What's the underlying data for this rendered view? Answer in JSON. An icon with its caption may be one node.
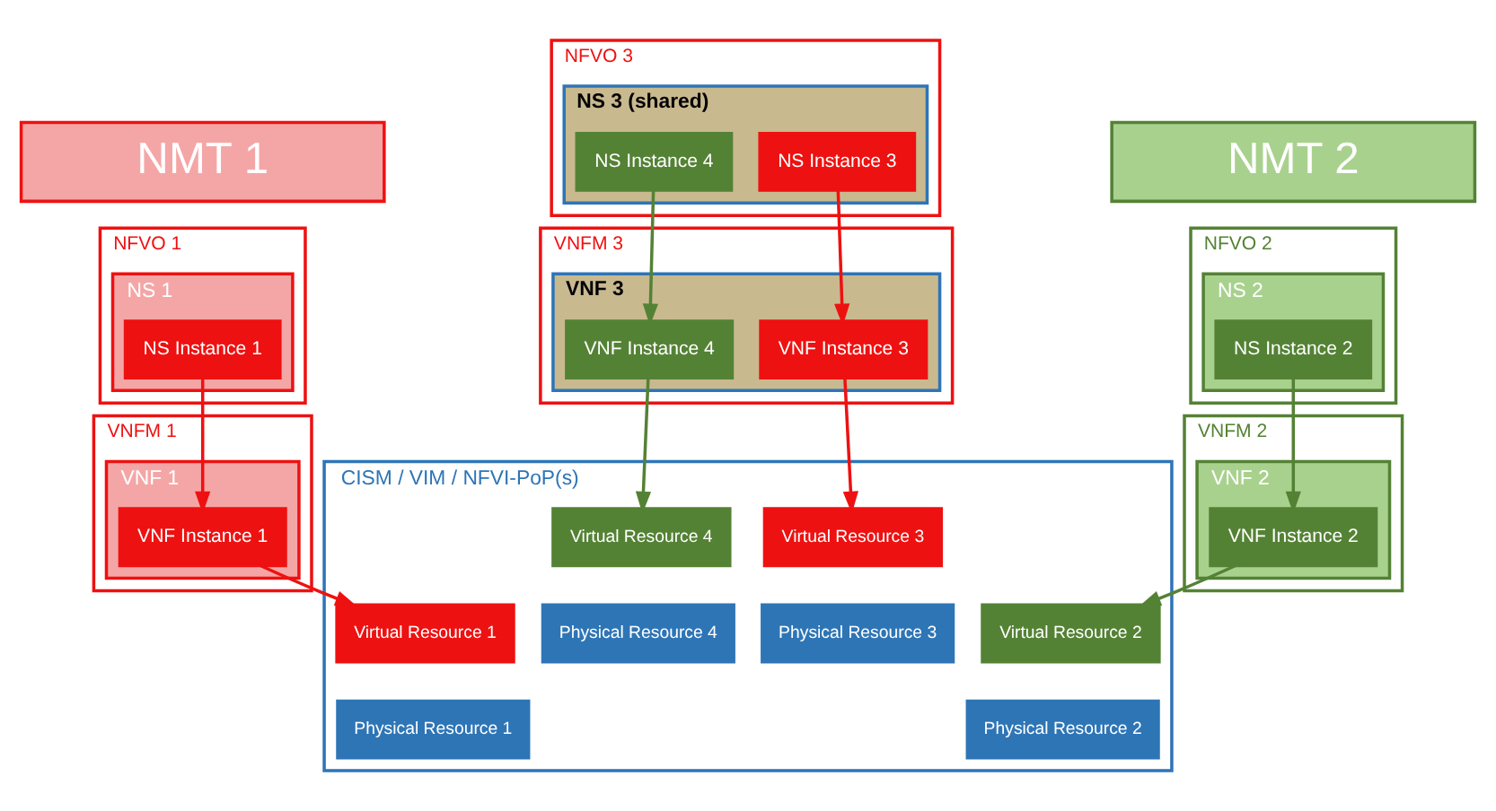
{
  "diagram": {
    "nodes": [
      {
        "text": [
          "NMT 1"
        ]
      },
      {
        "text": [
          "NMT 2"
        ]
      },
      {
        "text": [
          "NFVO 1"
        ]
      },
      {
        "text": [
          "NS 1"
        ],
        "in": 2
      },
      {
        "text": [
          "NS Instance 1"
        ],
        "in": 3
      },
      {
        "text": [
          "NFVO 3"
        ]
      },
      {
        "text": [
          "NS 3 (shared)"
        ],
        "in": 5
      },
      {
        "text": [
          "NS Instance 3"
        ],
        "in": 6
      },
      {
        "text": [
          "NS Instance 4"
        ],
        "in": 6
      },
      {
        "text": [
          "NFVO 2"
        ]
      },
      {
        "text": [
          "NS 2"
        ],
        "in": 9
      },
      {
        "text": [
          "NS Instance 2"
        ],
        "in": 10
      },
      {
        "text": [
          "VNFM 1"
        ]
      },
      {
        "text": [
          "VNF 1"
        ],
        "in": 12
      },
      {
        "text": [
          "VNF Instance 1"
        ],
        "in": 13
      },
      {
        "text": [
          "VNFM 3"
        ]
      },
      {
        "text": [
          "VNF 3"
        ],
        "in": 15
      },
      {
        "text": [
          "VNF Instance 3"
        ],
        "in": 16
      },
      {
        "text": [
          "VNF Instance 4"
        ],
        "in": 16
      },
      {
        "text": [
          "VNFM 2"
        ]
      },
      {
        "text": [
          "VNF 2"
        ],
        "in": 19
      },
      {
        "text": [
          "VNF Instance 2"
        ],
        "in": 20
      },
      {
        "text": [
          "CISM / VIM / NFVI-PoP(s)"
        ]
      },
      {
        "text": [
          "Virtual Resource 1"
        ],
        "in": 22
      },
      {
        "text": [
          "Physical Resource 1"
        ],
        "in": 22
      },
      {
        "text": [
          "Virtual Resource 3"
        ],
        "in": 22
      },
      {
        "text": [
          "Physical Resource 3"
        ],
        "in": 22
      },
      {
        "text": [
          "Virtual Resource 4"
        ],
        "in": 22
      },
      {
        "text": [
          "Physical Resource 4"
        ],
        "in": 22
      },
      {
        "text": [
          "Virtual Resource 2"
        ],
        "in": 22
      },
      {
        "text": [
          "Physical Resource 2"
        ],
        "in": 22
      }
    ],
    "edges": [
      {
        "from": 4,
        "to": 14,
        "arrow": "to",
        "color": "#ee1111"
      },
      {
        "from": 7,
        "to": 17,
        "arrow": "to",
        "color": "#ee1111"
      },
      {
        "from": 8,
        "to": 18,
        "arrow": "to",
        "color": "#548235"
      },
      {
        "from": 11,
        "to": 21,
        "arrow": "to",
        "color": "#548235"
      },
      {
        "from": 14,
        "to": 23,
        "arrow": "to",
        "color": "#ee1111"
      },
      {
        "from": 17,
        "to": 25,
        "arrow": "to",
        "color": "#ee1111"
      },
      {
        "from": 18,
        "to": 27,
        "arrow": "to",
        "color": "#548235"
      },
      {
        "from": 21,
        "to": 29,
        "arrow": "to",
        "color": "#548235"
      }
    ]
  }
}
